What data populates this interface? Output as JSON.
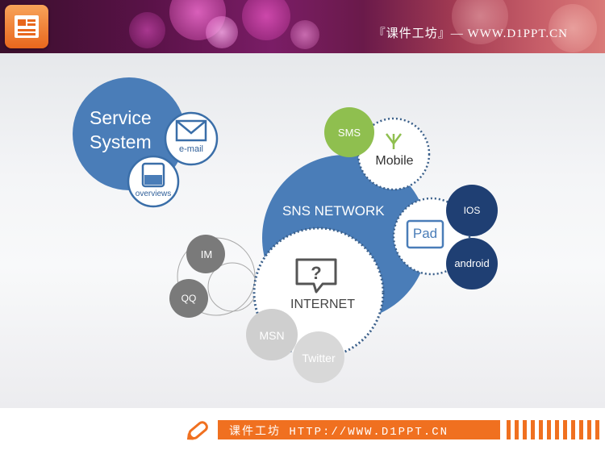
{
  "header": {
    "title": "『课件工坊』— WWW.D1PPT.CN",
    "icon": "presentation-icon"
  },
  "diagram": {
    "service_system": {
      "title_line1": "Service",
      "title_line2": "System",
      "color": "#4a7db8"
    },
    "email": {
      "label": "e-mail",
      "icon": "envelope-icon"
    },
    "overviews": {
      "label": "overviews",
      "icon": "document-icon"
    },
    "sns_network": {
      "label": "SNS NETWORK",
      "color": "#4a7db8"
    },
    "sms": {
      "label": "SMS",
      "color": "#8fbf4f"
    },
    "mobile": {
      "label": "Mobile",
      "icon": "antenna-icon"
    },
    "pad": {
      "label": "Pad"
    },
    "ios": {
      "label": "IOS",
      "color": "#1f3f73"
    },
    "android": {
      "label": "android",
      "color": "#1f3f73"
    },
    "internet": {
      "label": "INTERNET",
      "icon": "question-bubble-icon"
    },
    "im": {
      "label": "IM",
      "color": "#7a7a7a"
    },
    "qq": {
      "label": "QQ",
      "color": "#7a7a7a"
    },
    "msn": {
      "label": "MSN",
      "color": "#cfcfcf"
    },
    "twitter": {
      "label": "Twitter",
      "color": "#d8d8d8"
    }
  },
  "footer": {
    "text": "课件工坊 HTTP://WWW.D1PPT.CN",
    "accent": "#f07020",
    "icon": "pencil-icon"
  }
}
